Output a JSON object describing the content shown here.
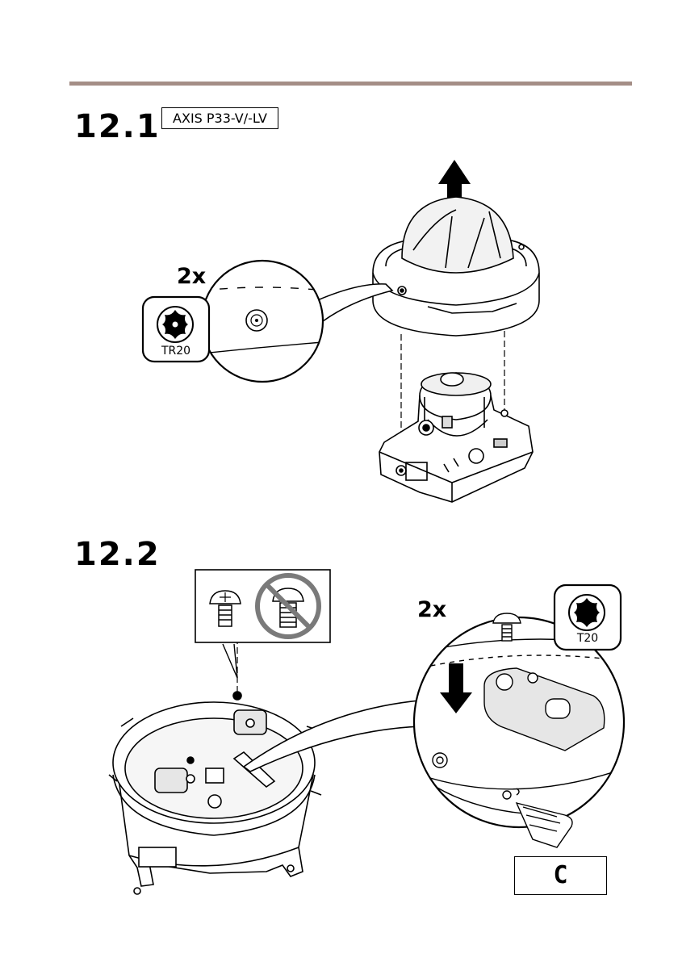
{
  "section1": {
    "step": "12.1",
    "model_tag": "AXIS P33-V/-LV",
    "count": "2x",
    "tool_label": "TR20",
    "tool_icon": "torx-tamper-icon"
  },
  "section2": {
    "step": "12.2",
    "count": "2x",
    "tool_label": "T20",
    "tool_icon": "torx-icon",
    "connector_label": "C"
  },
  "colors": {
    "rule": "#a48e86",
    "prohibit": "#7a7a7a",
    "part_fill": "#e6e6e6"
  }
}
